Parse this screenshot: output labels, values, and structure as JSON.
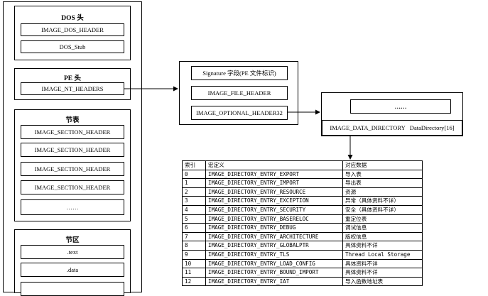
{
  "outer_container_label": "",
  "dos": {
    "title": "DOS 头",
    "items": [
      "IMAGE_DOS_HEADER",
      "DOS_Stub"
    ]
  },
  "pe": {
    "title": "PE 头",
    "items": [
      "IMAGE_NT_HEADERS"
    ]
  },
  "sections": {
    "title": "节表",
    "items": [
      "IMAGE_SECTION_HEADER",
      "IMAGE_SECTION_HEADER",
      "IMAGE_SECTION_HEADER",
      "IMAGE_SECTION_HEADER",
      "……"
    ]
  },
  "regions": {
    "title": "节区",
    "items": [
      ".text",
      ".data",
      ""
    ]
  },
  "nt_headers": {
    "items": [
      "Signature 字段(PE 文件标识)",
      "IMAGE_FILE_HEADER",
      "IMAGE_OPTIONAL_HEADER32"
    ]
  },
  "optional_header": {
    "top": "……",
    "data_directory": "IMAGE_DATA_DIRECTORY   DataDirectory[16]"
  },
  "directory_table": {
    "headers": [
      "索引",
      "宏定义",
      "对应数据"
    ],
    "rows": [
      [
        "0",
        "IMAGE_DIRECTORY_ENTRY_EXPORT",
        "导入表"
      ],
      [
        "1",
        "IMAGE_DIRECTORY_ENTRY_IMPORT",
        "导出表"
      ],
      [
        "2",
        "IMAGE_DIRECTORY_ENTRY_RESOURCE",
        "资源"
      ],
      [
        "3",
        "IMAGE_DIRECTORY_ENTRY_EXCEPTION",
        "异常（具体资料不详）"
      ],
      [
        "4",
        "IMAGE_DIRECTORY_ENTRY_SECURITY",
        "安全（具体资料不详）"
      ],
      [
        "5",
        "IMAGE_DIRECTORY_ENTRY_BASERELOC",
        "重定位表"
      ],
      [
        "6",
        "IMAGE_DIRECTORY_ENTRY_DEBUG",
        "调试信息"
      ],
      [
        "7",
        "IMAGE_DIRECTORY_ENTRY_ARCHITECTURE",
        "版权信息"
      ],
      [
        "8",
        "IMAGE_DIRECTORY_ENTRY_GLOBALPTR",
        "具体资料不详"
      ],
      [
        "9",
        "IMAGE_DIRECTORY_ENTRY_TLS",
        "Thread Local Storage"
      ],
      [
        "10",
        "IMAGE_DIRECTORY_ENTRY_LOAD_CONFIG",
        "具体资料不详"
      ],
      [
        "11",
        "IMAGE_DIRECTORY_ENTRY_BOUND_IMPORT",
        "具体资料不详"
      ],
      [
        "12",
        "IMAGE_DIRECTORY_ENTRY_IAT",
        "导入函数地址表"
      ]
    ]
  }
}
